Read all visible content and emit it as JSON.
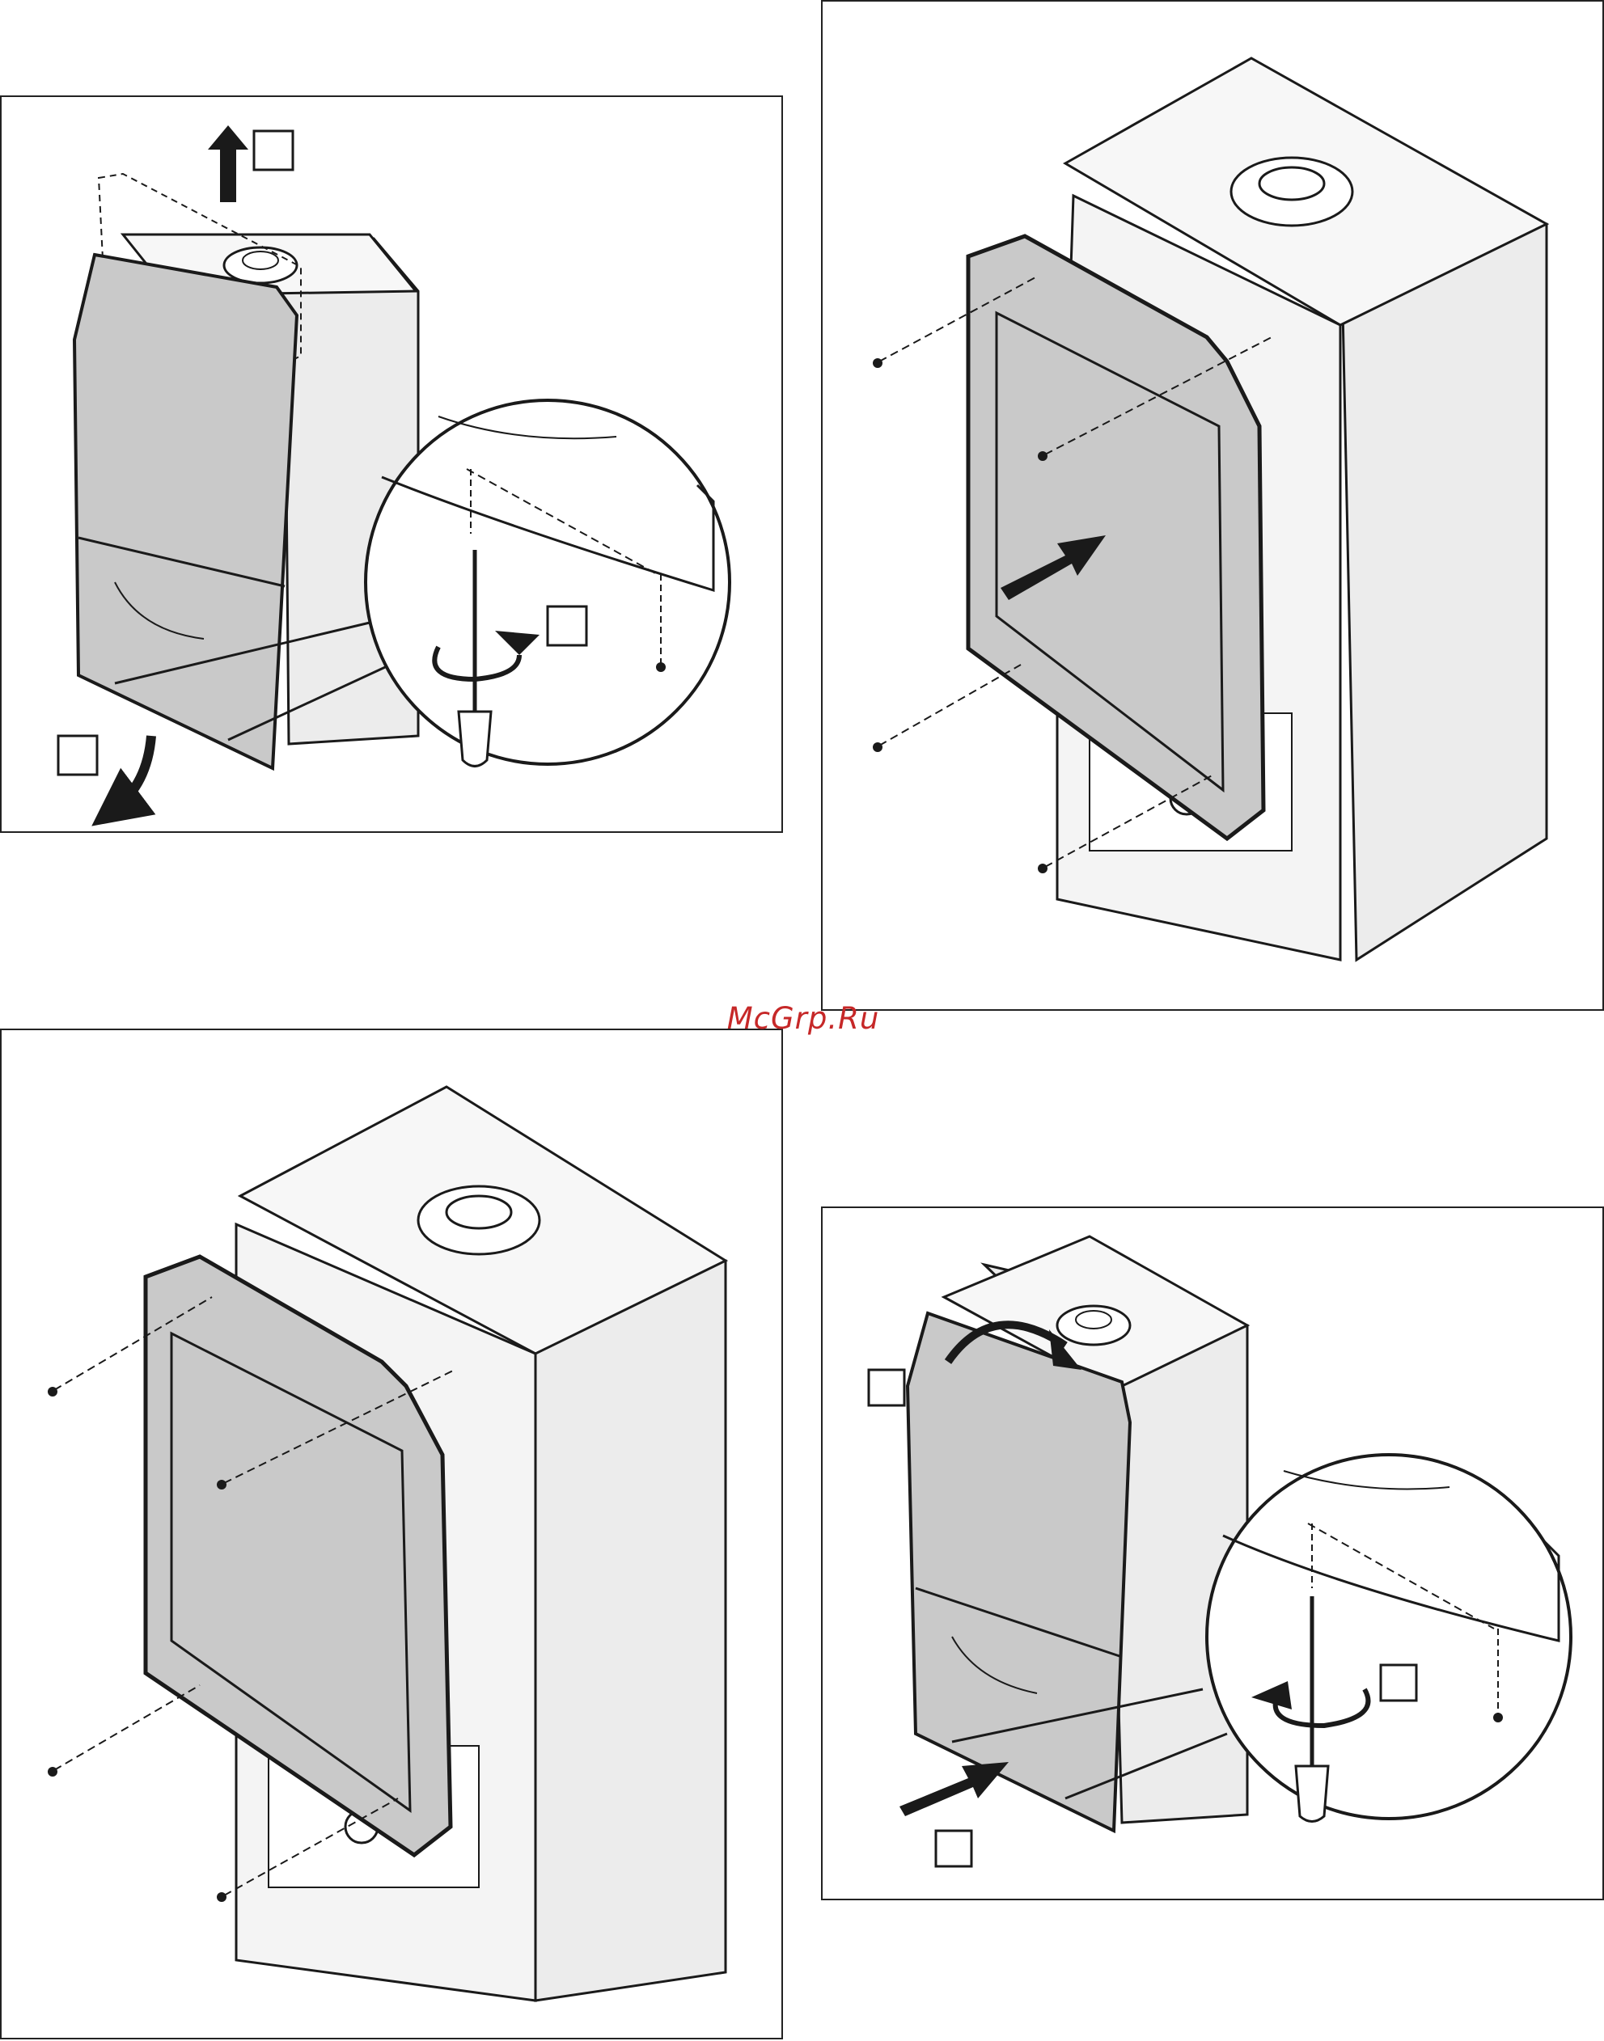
{
  "watermark": {
    "text": "McGrp.Ru",
    "color": "#c62828"
  },
  "colors": {
    "line": "#1a1a1a",
    "panel_fill": "#cfcfcf",
    "casing_fill": "#e9e9e9",
    "white": "#ffffff"
  },
  "panels": [
    {
      "name": "panel-remove-front-cover",
      "step_boxes": 3,
      "icons": [
        "arrow-up-icon",
        "arrow-down-icon",
        "screwdriver-icon",
        "rotate-icon"
      ]
    },
    {
      "name": "panel-remove-combustion-cover-right",
      "step_boxes": 0,
      "icons": [
        "arrow-push-icon",
        "screw-icon"
      ]
    },
    {
      "name": "panel-remove-combustion-cover-left",
      "step_boxes": 0,
      "icons": [
        "screw-icon"
      ]
    },
    {
      "name": "panel-refit-front-cover",
      "step_boxes": 3,
      "icons": [
        "arrow-push-icon",
        "arrow-rotate-icon",
        "screwdriver-icon",
        "rotate-icon"
      ]
    }
  ]
}
